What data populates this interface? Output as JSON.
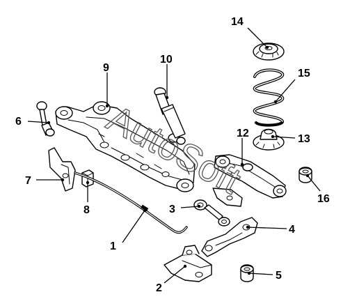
{
  "diagram": {
    "watermark": "AutoSoft",
    "callouts": {
      "c1": "1",
      "c2": "2",
      "c3": "3",
      "c4": "4",
      "c5": "5",
      "c6": "6",
      "c7": "7",
      "c8": "8",
      "c9": "9",
      "c10": "10",
      "c12": "12",
      "c13": "13",
      "c14": "14",
      "c15": "15",
      "c16": "16"
    }
  }
}
